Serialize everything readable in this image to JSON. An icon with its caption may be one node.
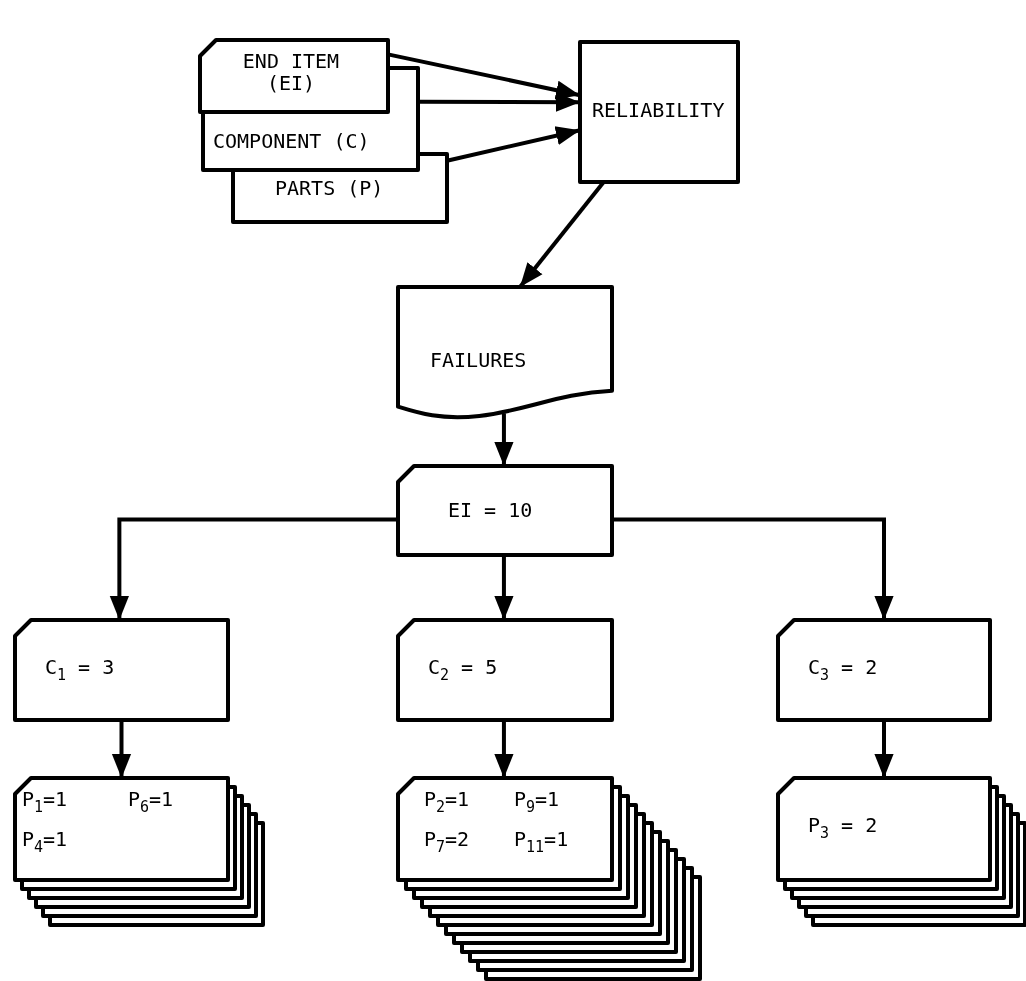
{
  "diagram": {
    "nodes": [
      {
        "text": [
          "END ITEM (EI)"
        ]
      },
      {
        "text": [
          "COMPONENT (C)"
        ]
      },
      {
        "text": [
          "PARTS (P)"
        ]
      },
      {
        "text": [
          "RELIABILITY"
        ]
      },
      {
        "text": [
          "FAILURES"
        ]
      },
      {
        "text": [
          "EI = 10"
        ]
      },
      {
        "text": [
          "C$_{1}$ = 3"
        ]
      },
      {
        "text": [
          "C$_{2}$ = 5"
        ]
      },
      {
        "text": [
          "C$_{3}$ = 2"
        ]
      },
      {
        "text": [
          "P$_{1}$=1",
          "P$_{6}$=1",
          "P$_{4}$=1"
        ]
      },
      {
        "text": [
          "P$_{2}$=1",
          "P$_{9}$=1",
          "P$_{7}$=2",
          "P$_{11}$=1"
        ]
      },
      {
        "text": [
          "P$_{3}$ = 2"
        ]
      }
    ],
    "edges": [
      {
        "from": 0,
        "to": 3,
        "arrow": "to"
      },
      {
        "from": 1,
        "to": 3,
        "arrow": "to"
      },
      {
        "from": 2,
        "to": 3,
        "arrow": "to"
      },
      {
        "from": 3,
        "to": 4,
        "arrow": "to"
      },
      {
        "from": 4,
        "to": 5,
        "arrow": "to"
      },
      {
        "from": 5,
        "to": 6,
        "arrow": "to"
      },
      {
        "from": 5,
        "to": 7,
        "arrow": "to"
      },
      {
        "from": 5,
        "to": 8,
        "arrow": "to"
      },
      {
        "from": 6,
        "to": 9,
        "arrow": "to"
      },
      {
        "from": 7,
        "to": 10,
        "arrow": "to"
      },
      {
        "from": 8,
        "to": 11,
        "arrow": "to"
      }
    ]
  }
}
